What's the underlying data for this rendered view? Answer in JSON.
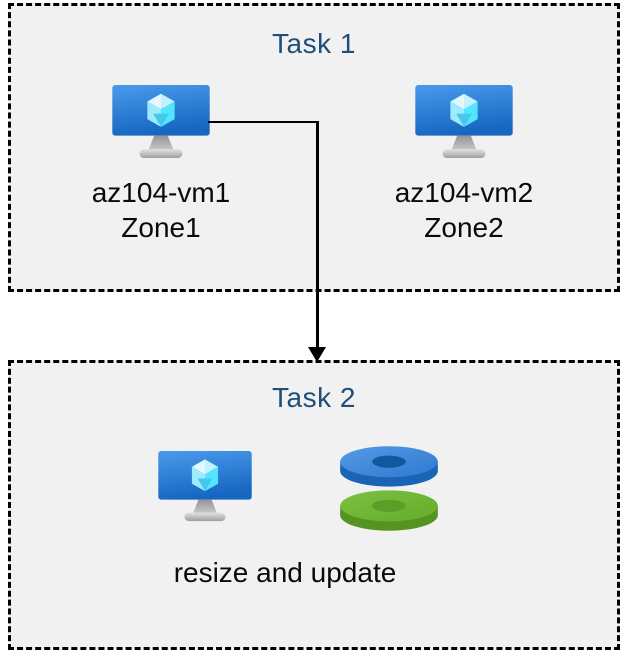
{
  "page": {
    "background": "#ffffff",
    "kind": "azure-tasks-diagram"
  },
  "task1": {
    "title": "Task 1",
    "vms": [
      {
        "name": "az104-vm1",
        "zone": "Zone1"
      },
      {
        "name": "az104-vm2",
        "zone": "Zone2"
      }
    ]
  },
  "task2": {
    "title": "Task 2",
    "caption": "resize and update"
  },
  "connector": {
    "type": "elbow-arrow",
    "from": "az104-vm1",
    "to": "Task 2"
  },
  "icons": {
    "vm": "azure-virtual-machine-icon",
    "disks": "stacked-managed-disks-icon"
  },
  "colors": {
    "box_fill": "#f1f1f1",
    "box_border": "#000000",
    "title_text": "#1f4e79",
    "label_text": "#0a0a0a",
    "monitor_blue_top": "#4596ea",
    "monitor_blue_bottom": "#1866c2",
    "cube_top_light": "#d6f5fe",
    "cube_left_face": "#9cebff",
    "cube_right_face": "#50e6ff",
    "cube_inner_shadow": "#45c8ec",
    "disk_blue_top": "#3d87da",
    "disk_blue_side": "#1a64b6",
    "disk_blue_hole": "#11589e",
    "disk_green_top": "#70b636",
    "disk_green_side": "#559420",
    "disk_green_hole": "#5c9f28",
    "stand_gray": "#a9a9a9"
  }
}
